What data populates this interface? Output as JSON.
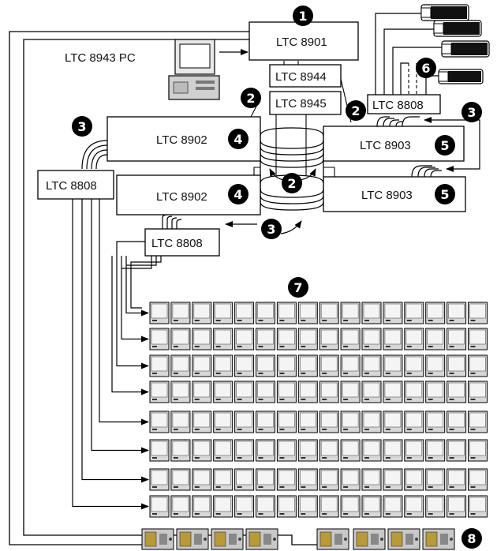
{
  "units": {
    "ltc8901": "LTC 8901",
    "ltc8943_pc": "LTC 8943 PC",
    "ltc8944": "LTC 8944",
    "ltc8945": "LTC 8945",
    "ltc8902_top": "LTC 8902",
    "ltc8902_bottom": "LTC 8902",
    "ltc8903_top": "LTC 8903",
    "ltc8903_bottom": "LTC 8903",
    "ltc8808_left": "LTC 8808",
    "ltc8808_middle": "LTC 8808",
    "ltc8808_right": "LTC 8808"
  },
  "badges": {
    "b1": "1",
    "b2_top_left": "2",
    "b2_top_right": "2",
    "b2_center": "2",
    "b3_left": "3",
    "b3_right": "3",
    "b3_bottom": "3",
    "b4_top": "4",
    "b4_bottom": "4",
    "b5_top": "5",
    "b5_bottom": "5",
    "b6": "6",
    "b7": "7",
    "b8": "8"
  },
  "monitor_wall": {
    "rows": 8,
    "columns": 16
  },
  "keyboards": {
    "count": 8
  },
  "cameras": {
    "count": 4
  },
  "colors": {
    "line": "#000000",
    "box_fill": "#ffffff",
    "badge_fill": "#000000",
    "monitor_screen": "#f4f4f4",
    "monitor_bezel": "#d8d8d8",
    "keyboard_body": "#c9c9c9",
    "keyboard_panel": "#b89a3a"
  }
}
